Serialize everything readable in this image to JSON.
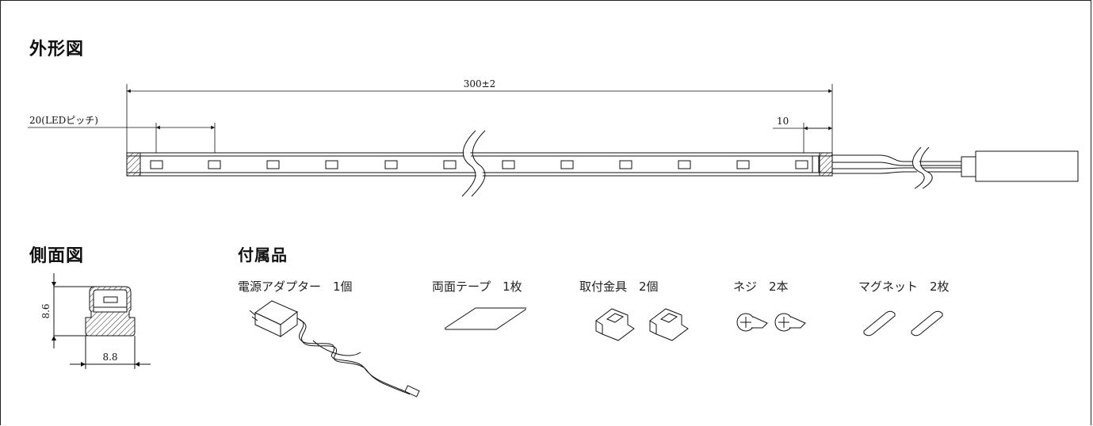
{
  "sections": {
    "outline_title": "外形図",
    "side_title": "側面図",
    "accessories_title": "付属品"
  },
  "outline": {
    "total_length": "300±2",
    "led_pitch": "20(LEDピッチ)",
    "end_margin": "10"
  },
  "side_view": {
    "height": "8.6",
    "width": "8.8"
  },
  "accessories": [
    {
      "label": "電源アダプター　1個",
      "icon": "power-adapter-icon"
    },
    {
      "label": "両面テープ　1枚",
      "icon": "double-sided-tape-icon"
    },
    {
      "label": "取付金具　2個",
      "icon": "mounting-bracket-icon"
    },
    {
      "label": "ネジ　2本",
      "icon": "screw-icon"
    },
    {
      "label": "マグネット　2枚",
      "icon": "magnet-icon"
    }
  ]
}
